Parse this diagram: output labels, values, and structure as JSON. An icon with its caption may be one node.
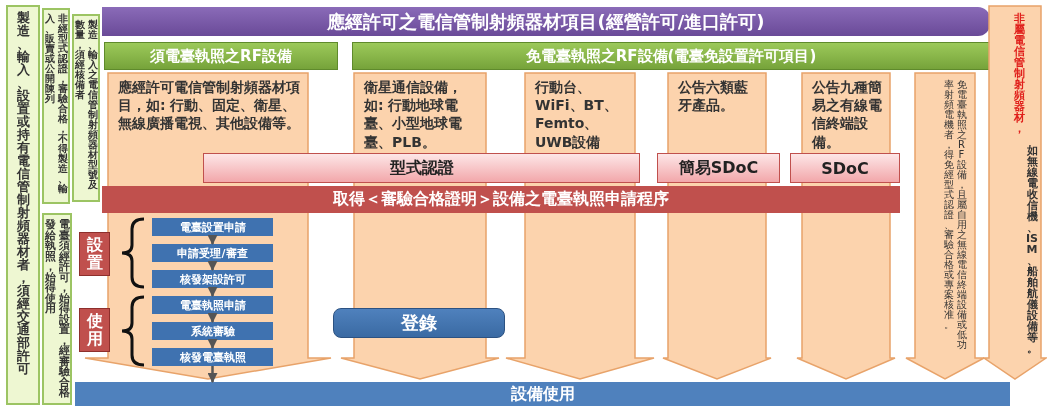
{
  "diagram": {
    "nodes": [
      {
        "text": [
          "製造、輸入、設置或持有電信管制射頻器材者，須經交通部許可"
        ]
      },
      {
        "text": [
          "非經型式認證，審驗合格，不得製造、輸入、販賣或公開陳列"
        ]
      },
      {
        "text": [
          "製造、輸入之電信管制射頻器材型號及數量，須經核備者"
        ]
      },
      {
        "text": [
          "應經許可之電信管制射頻器材項目(經營許可/進口許可)"
        ]
      },
      {
        "text": [
          "須電臺執照之RF設備"
        ]
      },
      {
        "text": [
          "免電臺執照之RF設備(電臺免設置許可項目)"
        ]
      },
      {
        "text": [
          "應經許可電信管制射頻器材項目，如: 行動、固定、衛星、無線廣播電視、其他設備等。"
        ]
      },
      {
        "text": [
          "衛星通信設備，如: 行動地球電臺、小型地球電臺、PLB。"
        ]
      },
      {
        "text": [
          "行動台、WiFi、BT、Femto、UWB設備等。"
        ]
      },
      {
        "text": [
          "公告六類藍牙產品。"
        ]
      },
      {
        "text": [
          "公告九種簡易之有線電信終端設備。"
        ]
      },
      {
        "text": [
          "免電臺執照之RF設備，且屬自用之無線電信終端設備或低功率射頻電機者，得免經型式認證、審驗合格或專案核准。"
        ]
      },
      {
        "text": [
          "非屬電信管制射頻器材，",
          "如無線電收信機、ISM、船舶航儀設備等。"
        ]
      },
      {
        "text": [
          "型式認證"
        ]
      },
      {
        "text": [
          "簡易SDoC"
        ]
      },
      {
        "text": [
          "SDoC"
        ]
      },
      {
        "text": [
          "取得＜審驗合格證明＞設備之電臺執照申請程序"
        ]
      },
      {
        "text": [
          "電臺須經許可，始得設置，經審驗合格發給執照，始得使用"
        ]
      },
      {
        "text": [
          "設置"
        ]
      },
      {
        "text": [
          "電臺設置申請"
        ],
        "in": 6
      },
      {
        "text": [
          "申請受理/審查"
        ],
        "in": 6
      },
      {
        "text": [
          "核發架設許可"
        ],
        "in": 6
      },
      {
        "text": [
          "使用"
        ]
      },
      {
        "text": [
          "電臺執照申請"
        ],
        "in": 6
      },
      {
        "text": [
          "系統審驗"
        ],
        "in": 6
      },
      {
        "text": [
          "核發電臺執照"
        ],
        "in": 6
      },
      {
        "text": [
          "登錄"
        ]
      },
      {
        "text": [
          "設備使用"
        ]
      }
    ],
    "edges": [
      {
        "from": 19,
        "to": 20,
        "arrow": "to"
      },
      {
        "from": 20,
        "to": 21,
        "arrow": "to"
      },
      {
        "from": 21,
        "to": 23,
        "arrow": "to"
      },
      {
        "from": 23,
        "to": 24,
        "arrow": "to"
      },
      {
        "from": 24,
        "to": 25,
        "arrow": "to"
      },
      {
        "from": 25,
        "to": 27,
        "arrow": "to"
      }
    ]
  }
}
